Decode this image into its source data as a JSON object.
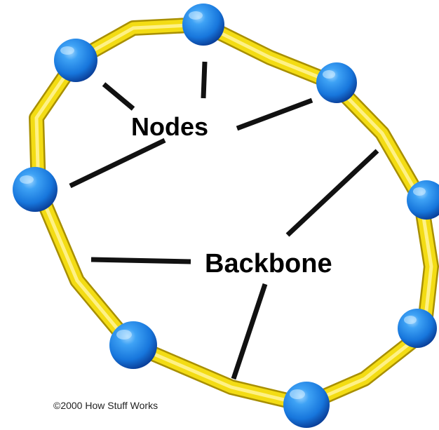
{
  "labels": {
    "nodes": "Nodes",
    "backbone": "Backbone"
  },
  "copyright": "©2000 How Stuff Works",
  "colors": {
    "backbone": "#F6E11E",
    "backbone_edge": "#B9A300",
    "node": "#1E86E8",
    "node_dark": "#0B4FB0",
    "node_highlight": "#7FC6FF",
    "pointer": "#111111"
  }
}
